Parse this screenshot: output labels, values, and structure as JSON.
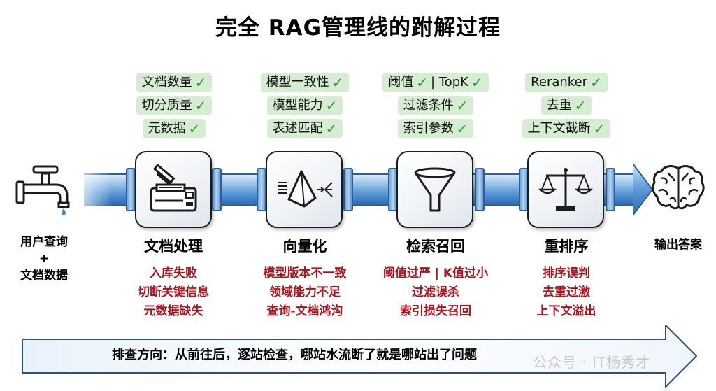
{
  "title": "完全 RAG管理线的跗解过程",
  "source": {
    "label": "用户查询",
    "plus": "+",
    "docs": "文档数据",
    "icon": "faucet-icon"
  },
  "sink": {
    "label": "输出答案",
    "icon": "brain-icon"
  },
  "stages": [
    {
      "name": "文档处理",
      "icon": "document-scanner-icon",
      "checks": [
        "文档数量",
        "切分质量",
        "元数据"
      ],
      "issues": [
        "入库失败",
        "切断关键信息",
        "元数据缺失"
      ]
    },
    {
      "name": "向量化",
      "icon": "prism-vector-icon",
      "checks": [
        "模型一致性",
        "模型能力",
        "表述匹配"
      ],
      "issues": [
        "模型版本不一致",
        "领域能力不足",
        "查询-文档鸿沟"
      ]
    },
    {
      "name": "检索召回",
      "icon": "funnel-icon",
      "checks": [
        "阈值 ✓ | TopK"
      ],
      "checks_full": [
        "阈值",
        "过滤条件",
        "索引参数"
      ],
      "issues": [
        "阈值过严 | K值过小",
        "过滤误杀",
        "索引损失召回"
      ]
    },
    {
      "name": "重排序",
      "icon": "scales-icon",
      "checks": [
        "Reranker",
        "去重",
        "上下文截断"
      ],
      "issues": [
        "排序误判",
        "去重过激",
        "上下文溢出"
      ]
    }
  ],
  "stage3_tags": {
    "first_a": "阈值",
    "first_b": "| TopK",
    "second": "过滤条件",
    "third": "索引参数"
  },
  "check_mark": "✓",
  "bottom_note": "排查方向：从前往后，逐站检查，哪站水流断了就是哪站出了问题",
  "watermark": "公众号 · IT杨秀才",
  "colors": {
    "tag_bg": "#d6edd3",
    "check": "#2f9a35",
    "issue": "#b0121b",
    "pipe": "#4f8fd0"
  }
}
